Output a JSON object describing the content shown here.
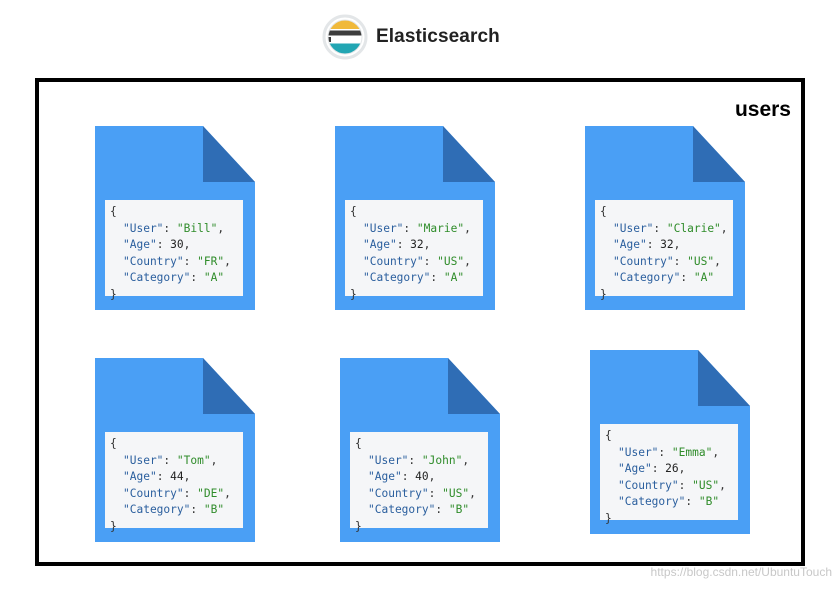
{
  "header": {
    "brand": "Elasticsearch",
    "logo_icon": "elasticsearch-logo-icon"
  },
  "index": {
    "label": "users"
  },
  "documents": [
    {
      "User": "Bill",
      "Age": 30,
      "Country": "FR",
      "Category": "A"
    },
    {
      "User": "Marie",
      "Age": 32,
      "Country": "US",
      "Category": "A"
    },
    {
      "User": "Clarie",
      "Age": 32,
      "Country": "US",
      "Category": "A"
    },
    {
      "User": "Tom",
      "Age": 44,
      "Country": "DE",
      "Category": "B"
    },
    {
      "User": "John",
      "Age": 40,
      "Country": "US",
      "Category": "B"
    },
    {
      "User": "Emma",
      "Age": 26,
      "Country": "US",
      "Category": "B"
    }
  ],
  "watermark": "https://blog.csdn.net/UbuntuTouch",
  "colors": {
    "doc_body": "#4a9ff5",
    "doc_fold": "#2f6db5",
    "json_key": "#2b5f9e",
    "json_string": "#2f8c2a",
    "border": "#000000"
  }
}
